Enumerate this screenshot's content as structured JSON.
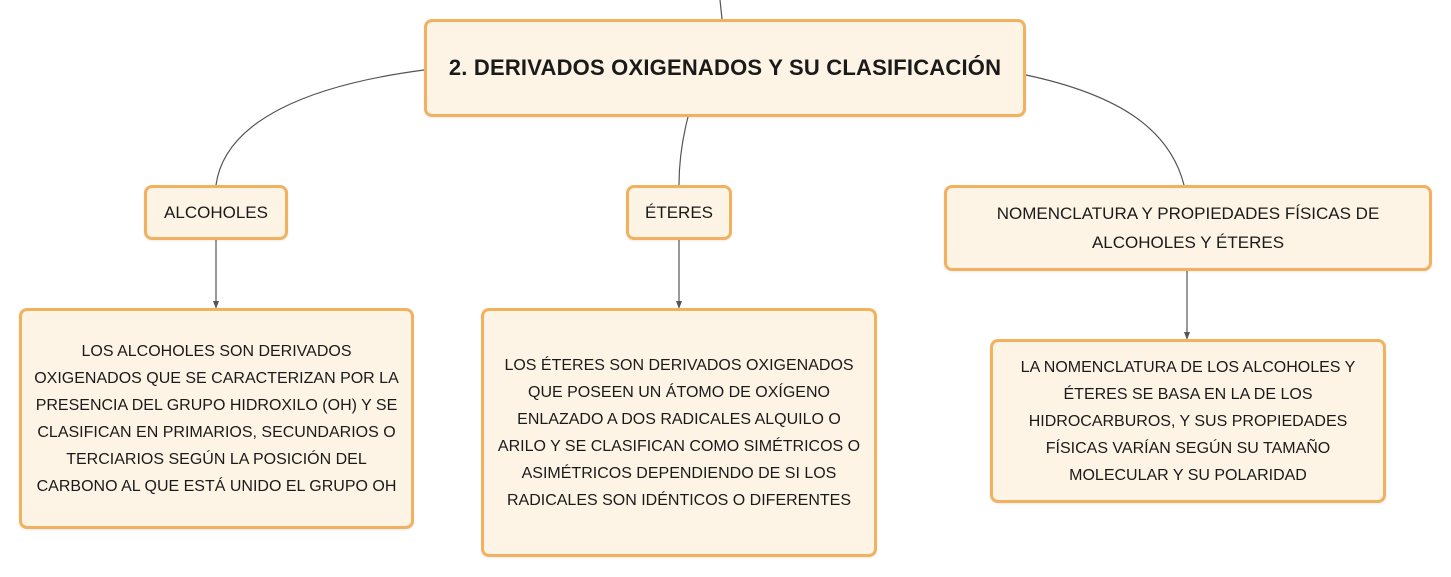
{
  "colors": {
    "node_fill": "#fdf4e6",
    "node_border": "#f2b15e",
    "connector": "#555555"
  },
  "root": {
    "title": "2. DERIVADOS OXIGENADOS Y SU CLASIFICACIÓN"
  },
  "topics": [
    {
      "label": "ALCOHOLES",
      "detail": "LOS ALCOHOLES SON DERIVADOS OXIGENADOS QUE SE CARACTERIZAN POR LA PRESENCIA DEL GRUPO HIDROXILO (OH) Y SE CLASIFICAN EN PRIMARIOS, SECUNDARIOS O TERCIARIOS SEGÚN LA POSICIÓN DEL CARBONO AL QUE ESTÁ UNIDO EL GRUPO OH"
    },
    {
      "label": "ÉTERES",
      "detail": "LOS ÉTERES SON DERIVADOS OXIGENADOS QUE POSEEN UN ÁTOMO DE OXÍGENO ENLAZADO A DOS RADICALES ALQUILO O ARILO Y SE CLASIFICAN COMO SIMÉTRICOS O ASIMÉTRICOS DEPENDIENDO DE SI LOS RADICALES SON IDÉNTICOS O DIFERENTES"
    },
    {
      "label": "NOMENCLATURA Y PROPIEDADES FÍSICAS DE ALCOHOLES Y ÉTERES",
      "detail": "LA NOMENCLATURA DE LOS ALCOHOLES Y ÉTERES SE BASA EN LA DE LOS HIDROCARBUROS, Y SUS PROPIEDADES FÍSICAS VARÍAN SEGÚN SU TAMAÑO MOLECULAR Y SU POLARIDAD"
    }
  ]
}
